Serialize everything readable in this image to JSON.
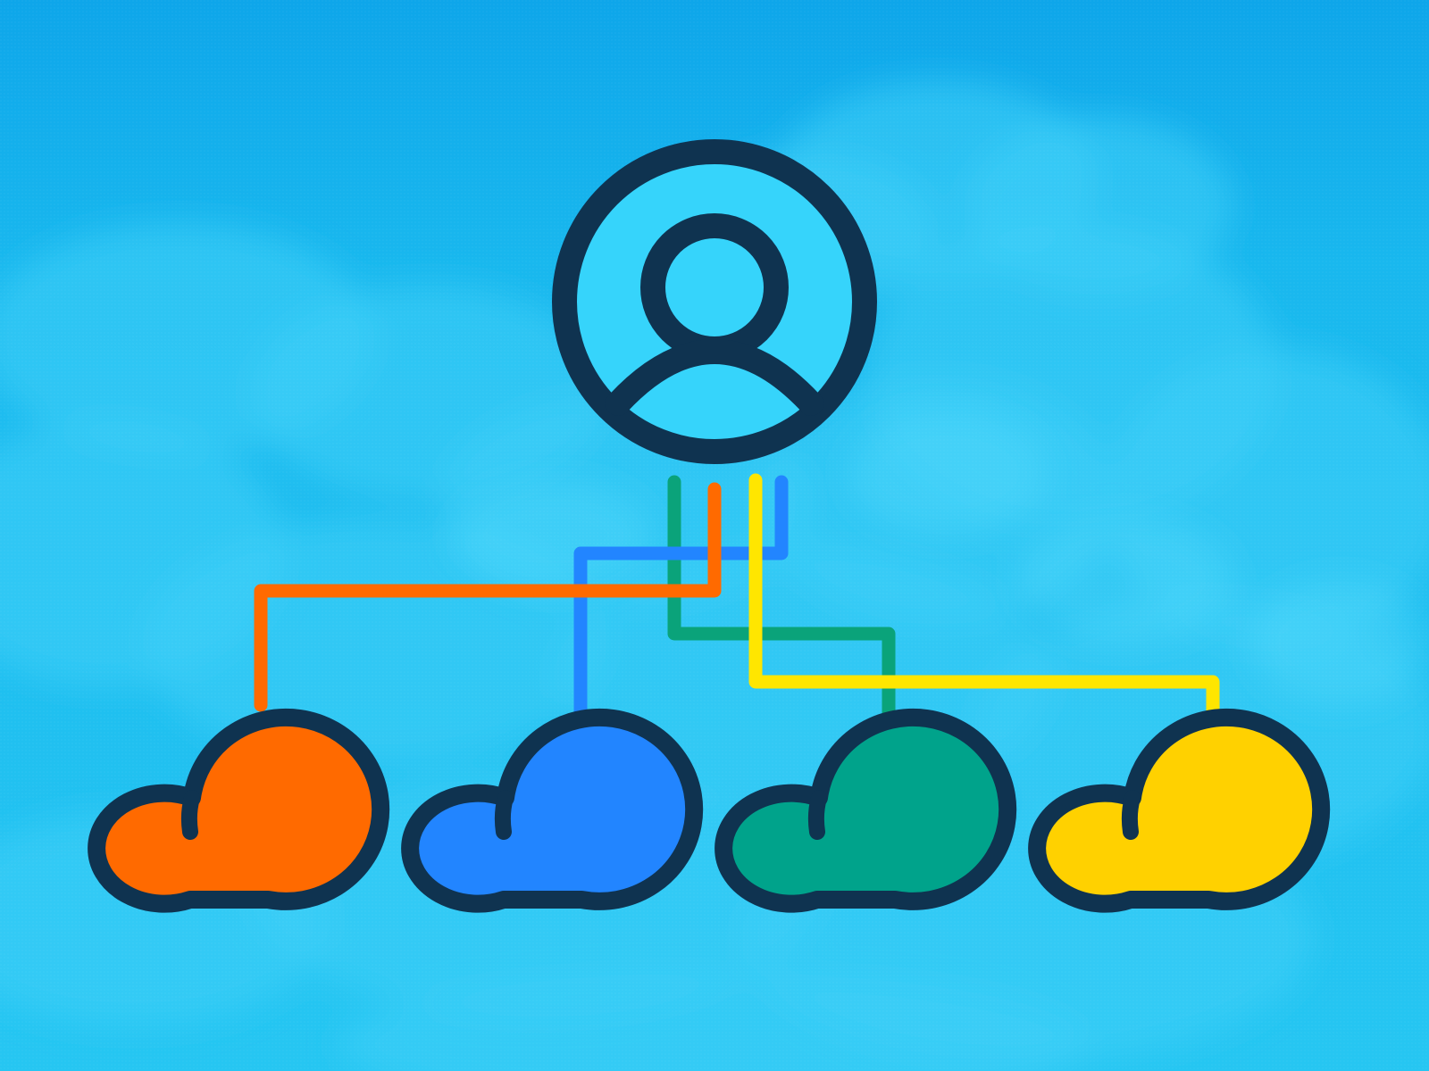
{
  "illustration": {
    "background": {
      "sky_top": "#0ea6ea",
      "sky_bottom": "#26c6f2",
      "cloud_shade": "#3fd0f7",
      "cloud_highlight": "#5cdcfb"
    },
    "outline_color": "#0f3350",
    "user": {
      "icon": "user-avatar-icon",
      "fill": "#36d4fb"
    },
    "clouds": [
      {
        "icon": "cloud-icon",
        "color_name": "orange",
        "fill": "#ff6a00",
        "line": "#ff6a00"
      },
      {
        "icon": "cloud-icon",
        "color_name": "blue",
        "fill": "#2285ff",
        "line": "#2285ff"
      },
      {
        "icon": "cloud-icon",
        "color_name": "green",
        "fill": "#00a38b",
        "line": "#0aa37a"
      },
      {
        "icon": "cloud-icon",
        "color_name": "yellow",
        "fill": "#ffd100",
        "line": "#ffe600"
      }
    ]
  }
}
